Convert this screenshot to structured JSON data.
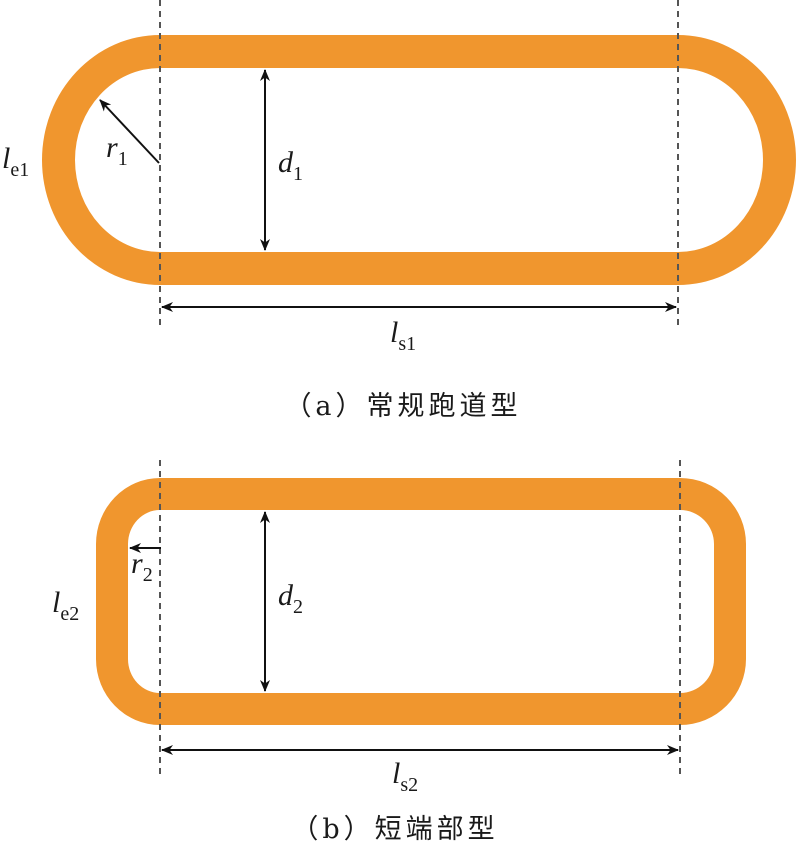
{
  "colors": {
    "coil": "#F0962E",
    "guide_line": "#555555",
    "arrow": "#111111",
    "text": "#1a1a1a",
    "background": "#ffffff"
  },
  "panel_a": {
    "caption": "（a）常规跑道型",
    "labels": {
      "end_length": {
        "main": "l",
        "sub": "e1"
      },
      "radius": {
        "main": "r",
        "sub": "1"
      },
      "inner_width": {
        "main": "d",
        "sub": "1"
      },
      "straight_length": {
        "main": "l",
        "sub": "s1"
      }
    }
  },
  "panel_b": {
    "caption": "（b）短端部型",
    "labels": {
      "end_length": {
        "main": "l",
        "sub": "e2"
      },
      "radius": {
        "main": "r",
        "sub": "2"
      },
      "inner_width": {
        "main": "d",
        "sub": "2"
      },
      "straight_length": {
        "main": "l",
        "sub": "s2"
      }
    }
  }
}
